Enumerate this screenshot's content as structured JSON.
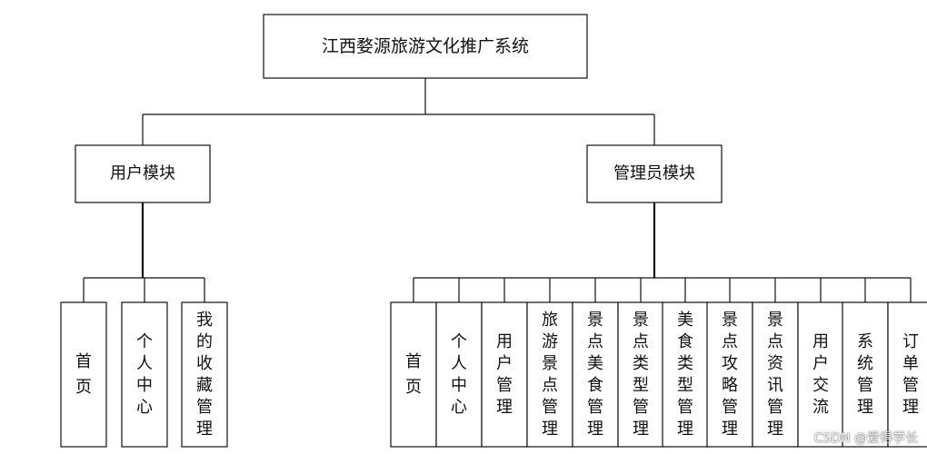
{
  "root": {
    "label": "江西婺源旅游文化推广系统"
  },
  "modules": [
    {
      "label": "用户模块",
      "children": [
        "首页",
        "个人中心",
        "我的收藏管理"
      ]
    },
    {
      "label": "管理员模块",
      "children": [
        "首页",
        "个人中心",
        "用户管理",
        "旅游景点管理",
        "景点美食管理",
        "景点类型管理",
        "美食类型管理",
        "景点攻略管理",
        "景点资讯管理",
        "用户交流",
        "系统管理",
        "订单管理"
      ]
    }
  ],
  "watermark": "CSDN @爱得学长"
}
